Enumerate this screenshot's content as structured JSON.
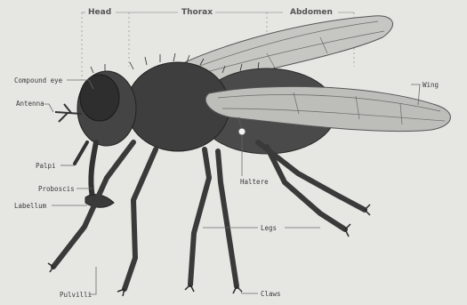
{
  "regions": {
    "head": "Head",
    "thorax": "Thorax",
    "abdomen": "Abdomen"
  },
  "labels": {
    "compound_eye": "Compound eye",
    "antenna": "Antenna",
    "palpi": "Palpi",
    "proboscis": "Proboscis",
    "labellum": "Labellum",
    "pulvilli": "Pulvilli",
    "wing": "Wing",
    "haltere": "Haltere",
    "legs": "Legs",
    "claws": "Claws"
  },
  "colors": {
    "background": "#e6e6e3",
    "body": "#4a4a4a",
    "wing": "#bdbdb9",
    "leader_line": "#6a6a6a"
  }
}
